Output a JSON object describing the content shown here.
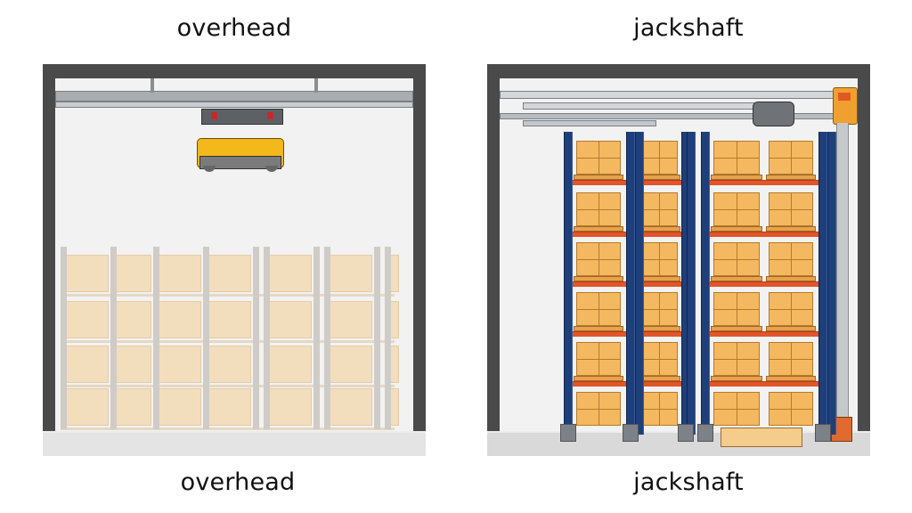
{
  "labels": {
    "top_left": "overhead",
    "top_right": "jackshaft",
    "bottom_left": "overhead",
    "bottom_right": "jackshaft"
  },
  "panels": {
    "left": {
      "name": "overhead",
      "description": "Overhead ceiling rail with yellow trolley unit; faded pallet racks below",
      "components": [
        "ceiling-rail",
        "trolley-carriage",
        "yellow-drive-unit",
        "faded-rack-shelves"
      ]
    },
    "right": {
      "name": "jackshaft",
      "description": "Wall/ceiling-mounted jackshaft drive with pipes, motor cylinder and orange control box; blue-orange pallet racks with boxes",
      "components": [
        "pipe-rail",
        "motor-cylinder",
        "orange-control-box",
        "blue-rack-uprights",
        "orange-beams",
        "pallet-boxes",
        "floor-base-plates"
      ]
    }
  },
  "colors": {
    "wall": "#4a4a4a",
    "floor": "#e4e4e4",
    "trolley_yellow": "#f2b81c",
    "rack_blue": "#1f3f7a",
    "beam_orange": "#e2552a",
    "box_orange": "#f4b860",
    "faded_box": "#f2ddbd"
  }
}
